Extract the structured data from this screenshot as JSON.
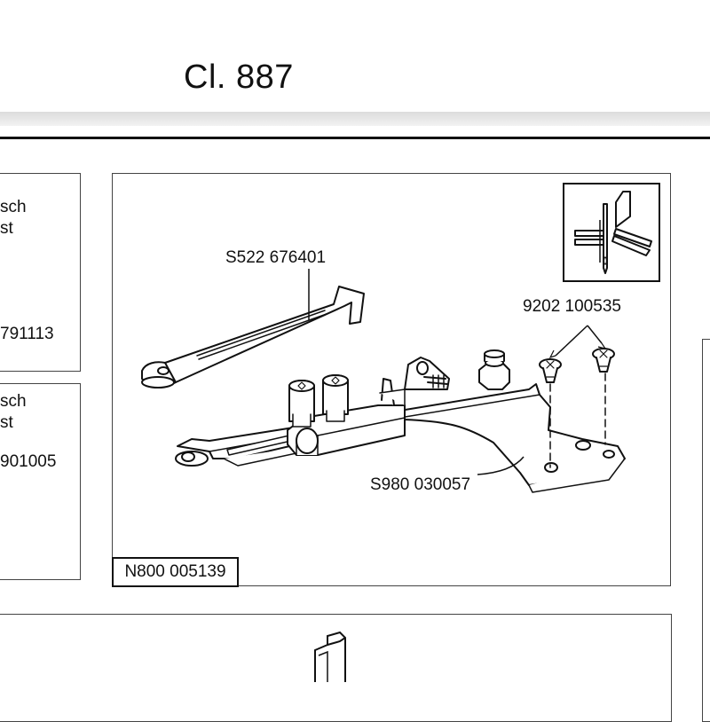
{
  "header": {
    "title": "Cl. 887"
  },
  "left_panels": [
    {
      "line1": "sch",
      "line2": "st",
      "part_no": "791113"
    },
    {
      "line1": "sch",
      "line2": "st",
      "part_no": "901005"
    }
  ],
  "main_panel": {
    "assembly_part_no": "N800 005139",
    "callouts": {
      "bracket": "S522 676401",
      "screws": "9202 100535",
      "plate": "S980 030057"
    }
  },
  "icons": {
    "inset": "needle-cutter-icon"
  }
}
